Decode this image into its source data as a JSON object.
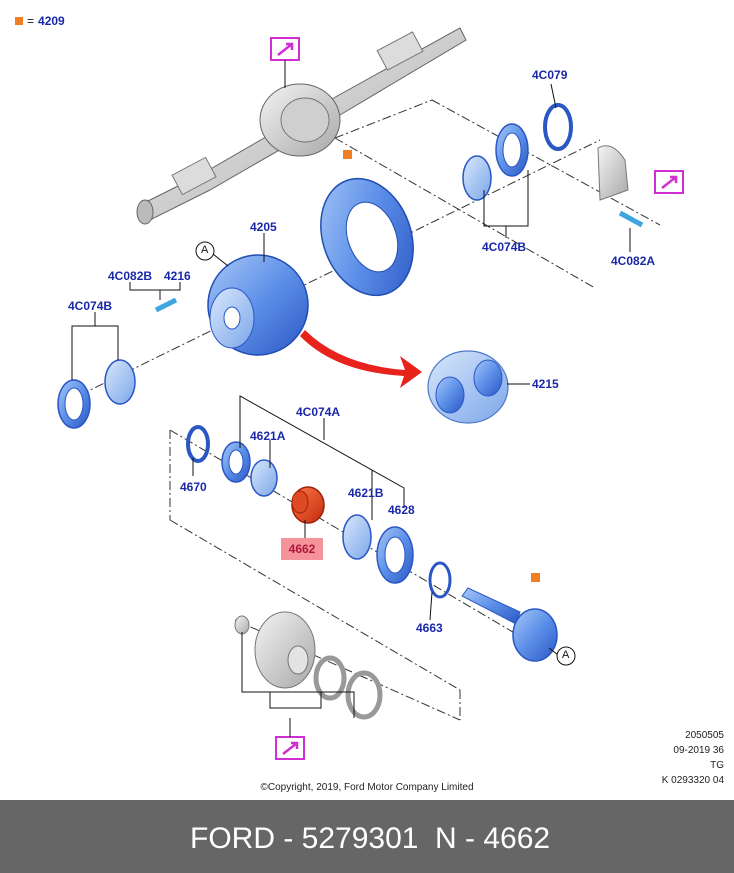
{
  "legend": {
    "code": "4209",
    "equals": "="
  },
  "labels": {
    "l4C079": "4C079",
    "l4205": "4205",
    "l4C074B_top": "4C074B",
    "l4C082B": "4C082B",
    "l4216": "4216",
    "l4C082A": "4C082A",
    "l4C074B_left": "4C074B",
    "l4215": "4215",
    "l4C074A": "4C074A",
    "l4621A": "4621A",
    "l4670": "4670",
    "l4621B": "4621B",
    "l4628": "4628",
    "l4662": "4662",
    "l4663": "4663",
    "callout_a_top": "A",
    "callout_a_bottom": "A"
  },
  "meta": {
    "line1": "2050505",
    "line2": "09-2019 36",
    "line3": "TG",
    "line4": "K 0293320 04"
  },
  "copyright": "©Copyright, 2019, Ford Motor Company Limited",
  "footer": {
    "left": "FORD - 5279301",
    "right": "N - 4662"
  },
  "colors": {
    "label_blue": "#1a28a8",
    "part_blue": "#5a8fe6",
    "highlight_red": "#e8401c",
    "marker_orange": "#f07f23",
    "magenta": "#d22fd2",
    "footer_bg": "#666666"
  }
}
